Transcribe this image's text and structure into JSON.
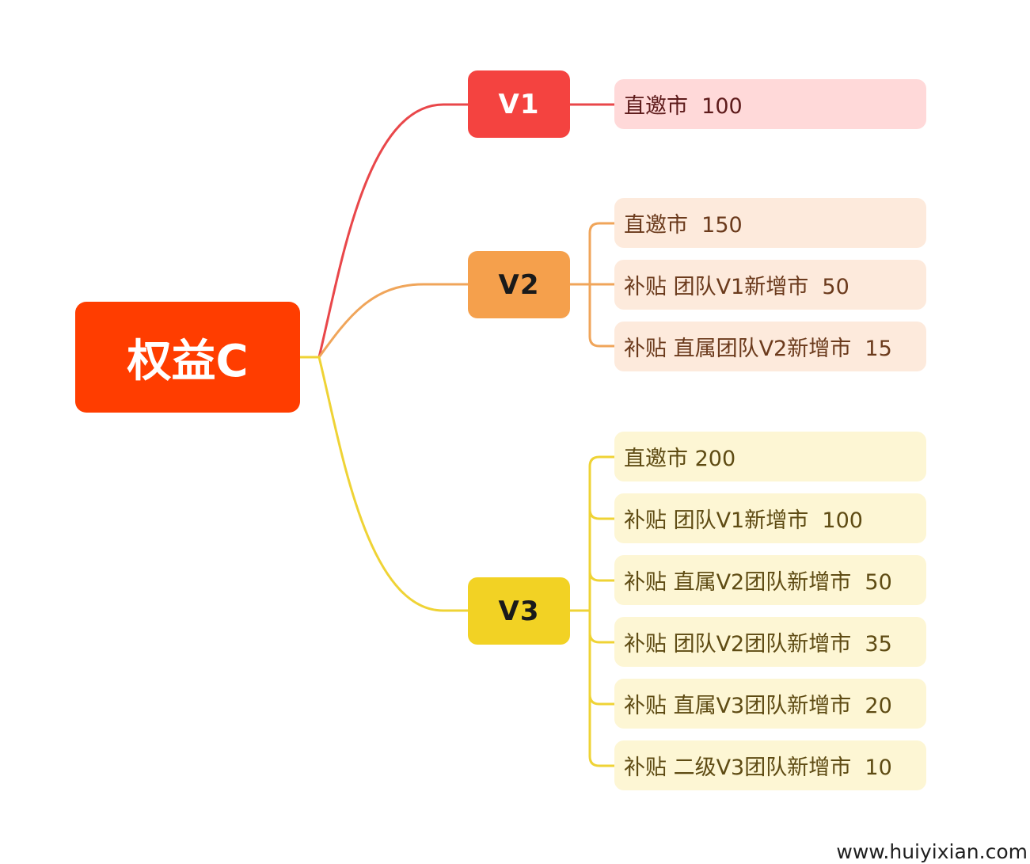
{
  "root": {
    "label": "权益C",
    "color": "#FF3D00",
    "text_color": "#FFFFFF"
  },
  "branches": [
    {
      "label": "V1",
      "color": "#F44340",
      "text_color": "#FFFFFF",
      "line_color": "#E9474A",
      "leaf_bg": "#FFD9D9",
      "leaf_text_color": "#5E1B1B",
      "items": [
        "直邀市  100"
      ]
    },
    {
      "label": "V2",
      "color": "#F5A04C",
      "text_color": "#1A1A1A",
      "line_color": "#F0A55A",
      "leaf_bg": "#FDEADC",
      "leaf_text_color": "#6B3A1C",
      "items": [
        "直邀市  150",
        "补贴 团队V1新增市  50",
        "补贴 直属团队V2新增市  15"
      ]
    },
    {
      "label": "V3",
      "color": "#F2D224",
      "text_color": "#1A1A1A",
      "line_color": "#EFD335",
      "leaf_bg": "#FDF6D4",
      "leaf_text_color": "#5E4B13",
      "items": [
        "直邀市 200",
        "补贴 团队V1新增市  100",
        "补贴 直属V2团队新增市  50",
        "补贴 团队V2团队新增市  35",
        "补贴 直属V3团队新增市  20",
        "补贴 二级V3团队新增市  10"
      ]
    }
  ],
  "watermark": "www.huiyixian.com"
}
